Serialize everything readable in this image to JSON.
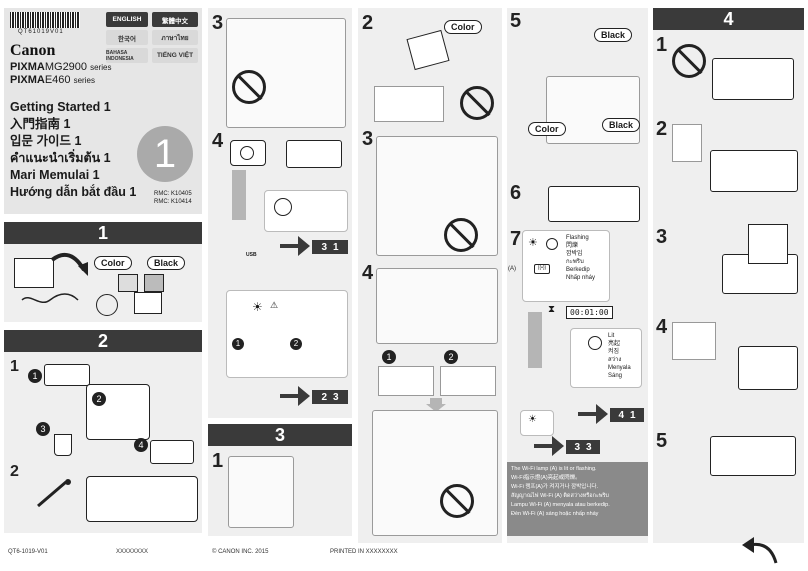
{
  "barcode_text": "QT61019V01",
  "brand": "Canon",
  "models": {
    "line1_brand": "PIXMA",
    "line1_model": "MG2900",
    "line1_suffix": "series",
    "line2_brand": "PIXMA",
    "line2_model": "E460",
    "line2_suffix": "series"
  },
  "languages": [
    "ENGLISH",
    "繁體中文",
    "한국어",
    "ภาษาไทย",
    "BAHASA INDONESIA",
    "TIẾNG VIỆT"
  ],
  "titles": [
    "Getting Started 1",
    "入門指南 1",
    "입문 가이드 1",
    "คำแนะนำเริ่มต้น 1",
    "Mari Memulai 1",
    "Hướng dẫn bắt đầu 1"
  ],
  "big_number": "1",
  "rmc": [
    "RMC: K10405",
    "RMC: K10414"
  ],
  "sections": {
    "s1": "1",
    "s2": "2",
    "s3": "3",
    "s4": "4",
    "s3_cont": "3",
    "col2_top": "3",
    "col2_mid": "4",
    "col3_2": "2",
    "col3_3": "3",
    "col3_4": "4",
    "col4_5": "5",
    "col4_6": "6",
    "col4_7": "7"
  },
  "step_numbers": {
    "s2_1": "1",
    "s2_2": "2",
    "s2_c1": "1",
    "s2_c2": "2",
    "s2_c3": "3",
    "s2_c4": "4",
    "c2_1": "1",
    "c2_2": "2",
    "c2_4": "4",
    "s3_1": "1",
    "s4_1": "1",
    "s4_2": "2",
    "s4_3": "3",
    "s4_4": "4",
    "s4_5": "5",
    "c3_1": "1",
    "c3_2": "2"
  },
  "ink_labels": {
    "color": "Color",
    "black": "Black"
  },
  "go_to": [
    {
      "a": "3",
      "b": "1"
    },
    {
      "a": "2",
      "b": "3"
    },
    {
      "a": "4",
      "b": "1"
    },
    {
      "a": "3",
      "b": "3"
    }
  ],
  "flashing_labels": [
    "Flashing",
    "閃爍",
    "깜박임",
    "กะพริบ",
    "Berkedip",
    "Nhấp nháy"
  ],
  "lit_labels": [
    "Lit",
    "亮起",
    "켜짐",
    "สว่าง",
    "Menyala",
    "Sáng"
  ],
  "wifi_indicator": "(A)",
  "timer": "00:01:00",
  "wifi_notes": [
    "The Wi-Fi lamp (A) is lit or flashing.",
    "Wi-Fi指示燈(A)亮起或閃爍。",
    "Wi-Fi 램프(A)가 켜지거나 깜박입니다.",
    "สัญญาณไฟ Wi-Fi (A) ติดสว่างหรือกะพริบ",
    "Lampu Wi-Fi (A) menyala atau berkedip.",
    "Đèn Wi-Fi (A) sáng hoặc nhấp nháy"
  ],
  "footer": {
    "code": "QT6-1019-V01",
    "x_code": "XXXXXXXX",
    "copyright": "© CANON INC. 2015",
    "printed": "PRINTED IN XXXXXXXX"
  },
  "colors": {
    "dark": "#3a3a3a",
    "panel": "#efefef",
    "arrow_gray": "#b5b5b5"
  }
}
